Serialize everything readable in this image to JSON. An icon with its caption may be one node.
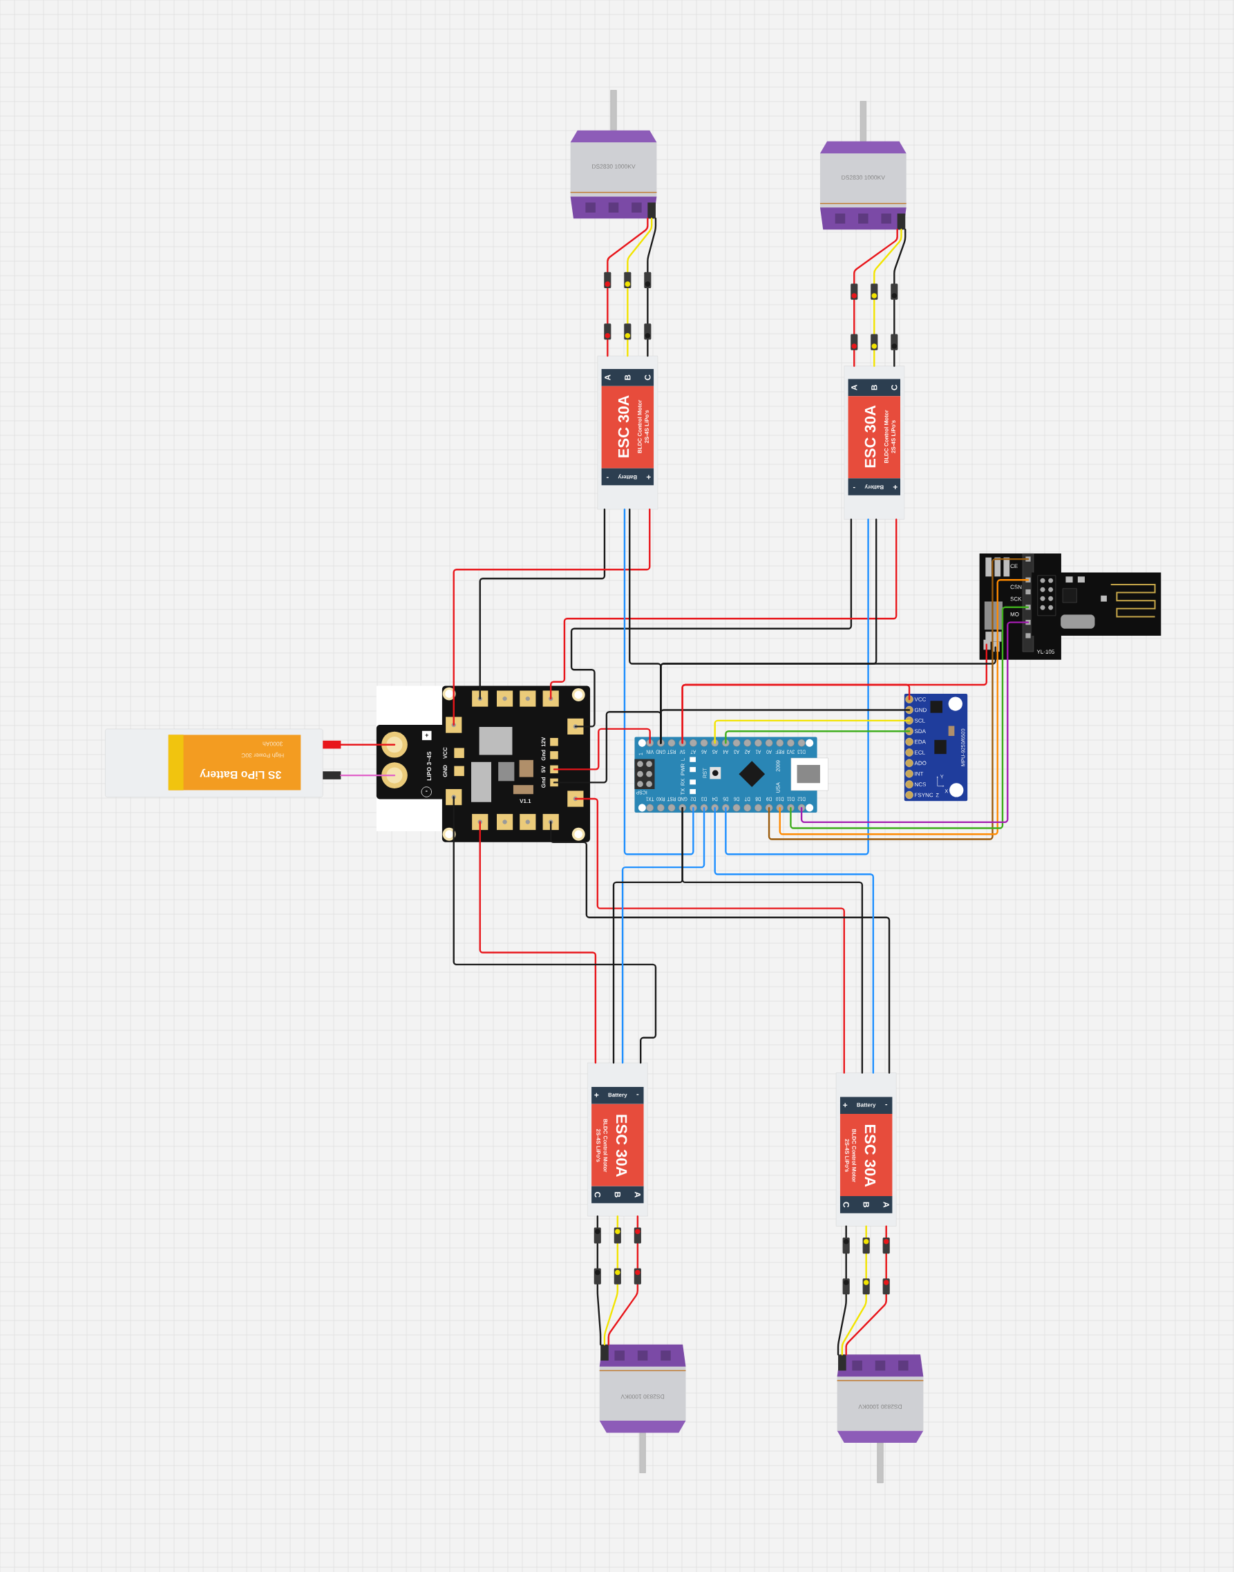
{
  "diagram": {
    "nodes": [
      {
        "text": [
          "DS2830 1000KV"
        ]
      },
      {
        "text": [
          "DS2830 1000KV"
        ]
      },
      {
        "text": [
          "DS2830 1000KV"
        ]
      },
      {
        "text": [
          "DS2830 1000KV"
        ]
      },
      {
        "text": [
          "A",
          "B",
          "C",
          "ESC 30A",
          "BLDC Control Motor",
          "2S-4S LiPo's",
          "-",
          "Battery",
          "+"
        ]
      },
      {
        "text": [
          "A",
          "B",
          "C",
          "ESC 30A",
          "BLDC Control Motor",
          "2S-4S LiPo's",
          "-",
          "Battery",
          "+"
        ]
      },
      {
        "text": [
          "+",
          "Battery",
          "-",
          "ESC 30A",
          "BLDC Control Motor",
          "2S-4S LiPo's",
          "C",
          "B",
          "A"
        ]
      },
      {
        "text": [
          "+",
          "Battery",
          "-",
          "ESC 30A",
          "BLDC Control Motor",
          "2S-4S LiPo's",
          "C",
          "B",
          "A"
        ]
      },
      {
        "text": [
          "3S LiPo Battery",
          "High Power 30C",
          "3000Ah"
        ]
      },
      {
        "text": [
          "LIPO 3~4S",
          "+",
          "-",
          "VCC",
          "GND",
          "12V",
          "Gnd",
          "5V",
          "Gnd",
          "V1.1"
        ]
      },
      {
        "text": [
          "VIN",
          "GND",
          "RST",
          "5V",
          "A7",
          "A6",
          "A5",
          "A4",
          "A3",
          "A2",
          "A1",
          "A0",
          "REF",
          "3V3",
          "D13",
          "TX1",
          "RX0",
          "RST",
          "GND",
          "D2",
          "D3",
          "D4",
          "D5",
          "D6",
          "D7",
          "D8",
          "D9",
          "D10",
          "D11",
          "D12",
          "L",
          "PWR",
          "RX",
          "TX",
          "RST",
          "ICSP",
          "1",
          "2009",
          "USA"
        ]
      },
      {
        "text": [
          "VCC",
          "GND",
          "SCL",
          "SDA",
          "EDA",
          "ECL",
          "ADO",
          "INT",
          "NCS",
          "FSYNC",
          "MPU-9250/6500",
          "Y",
          "Z",
          "X"
        ]
      },
      {
        "text": [
          "CE",
          "CSN",
          "SCK",
          "MO",
          "YL-105"
        ]
      }
    ],
    "edges": [
      {
        "from": 8,
        "to": 9,
        "arrow": "none",
        "color": "#e8161b"
      },
      {
        "from": 8,
        "to": 9,
        "arrow": "none",
        "color": "#e060c8"
      },
      {
        "from": 0,
        "to": 4,
        "arrow": "none",
        "color": "#e8161b"
      },
      {
        "from": 0,
        "to": 4,
        "arrow": "none",
        "color": "#f2e400"
      },
      {
        "from": 0,
        "to": 4,
        "arrow": "none",
        "color": "#1a1a1a"
      },
      {
        "from": 1,
        "to": 5,
        "arrow": "none",
        "color": "#e8161b"
      },
      {
        "from": 1,
        "to": 5,
        "arrow": "none",
        "color": "#f2e400"
      },
      {
        "from": 1,
        "to": 5,
        "arrow": "none",
        "color": "#1a1a1a"
      },
      {
        "from": 2,
        "to": 6,
        "arrow": "none",
        "color": "#e8161b"
      },
      {
        "from": 2,
        "to": 6,
        "arrow": "none",
        "color": "#f2e400"
      },
      {
        "from": 2,
        "to": 6,
        "arrow": "none",
        "color": "#1a1a1a"
      },
      {
        "from": 3,
        "to": 7,
        "arrow": "none",
        "color": "#e8161b"
      },
      {
        "from": 3,
        "to": 7,
        "arrow": "none",
        "color": "#f2e400"
      },
      {
        "from": 3,
        "to": 7,
        "arrow": "none",
        "color": "#1a1a1a"
      },
      {
        "from": 4,
        "to": 9,
        "arrow": "none",
        "color": "#1a1a1a"
      },
      {
        "from": 4,
        "to": 9,
        "arrow": "none",
        "color": "#e8161b"
      },
      {
        "from": 5,
        "to": 9,
        "arrow": "none",
        "color": "#1a1a1a"
      },
      {
        "from": 5,
        "to": 9,
        "arrow": "none",
        "color": "#e8161b"
      },
      {
        "from": 6,
        "to": 9,
        "arrow": "none",
        "color": "#e8161b"
      },
      {
        "from": 6,
        "to": 9,
        "arrow": "none",
        "color": "#1a1a1a"
      },
      {
        "from": 7,
        "to": 9,
        "arrow": "none",
        "color": "#e8161b"
      },
      {
        "from": 7,
        "to": 9,
        "arrow": "none",
        "color": "#1a1a1a"
      },
      {
        "from": 4,
        "to": 10,
        "arrow": "none",
        "color": "#1e8fff"
      },
      {
        "from": 5,
        "to": 10,
        "arrow": "none",
        "color": "#1e8fff"
      },
      {
        "from": 6,
        "to": 10,
        "arrow": "none",
        "color": "#1e8fff"
      },
      {
        "from": 7,
        "to": 10,
        "arrow": "none",
        "color": "#1e8fff"
      },
      {
        "from": 4,
        "to": 10,
        "arrow": "none",
        "color": "#1a1a1a"
      },
      {
        "from": 5,
        "to": 10,
        "arrow": "none",
        "color": "#1a1a1a"
      },
      {
        "from": 6,
        "to": 10,
        "arrow": "none",
        "color": "#1a1a1a"
      },
      {
        "from": 7,
        "to": 10,
        "arrow": "none",
        "color": "#1a1a1a"
      },
      {
        "from": 9,
        "to": 10,
        "arrow": "none",
        "color": "#e8161b"
      },
      {
        "from": 9,
        "to": 10,
        "arrow": "none",
        "color": "#1a1a1a"
      },
      {
        "from": 10,
        "to": 11,
        "arrow": "none",
        "color": "#e8161b"
      },
      {
        "from": 10,
        "to": 11,
        "arrow": "none",
        "color": "#1a1a1a"
      },
      {
        "from": 10,
        "to": 11,
        "arrow": "none",
        "color": "#f2e400"
      },
      {
        "from": 10,
        "to": 11,
        "arrow": "none",
        "color": "#3fae1c"
      },
      {
        "from": 10,
        "to": 12,
        "arrow": "none",
        "color": "#e8161b"
      },
      {
        "from": 10,
        "to": 12,
        "arrow": "none",
        "color": "#1a1a1a"
      },
      {
        "from": 10,
        "to": 12,
        "arrow": "none",
        "color": "#9a5b0c"
      },
      {
        "from": 10,
        "to": 12,
        "arrow": "none",
        "color": "#ff8a00"
      },
      {
        "from": 10,
        "to": 12,
        "arrow": "none",
        "color": "#3fae1c"
      },
      {
        "from": 10,
        "to": 12,
        "arrow": "none",
        "color": "#a21caf"
      }
    ]
  }
}
